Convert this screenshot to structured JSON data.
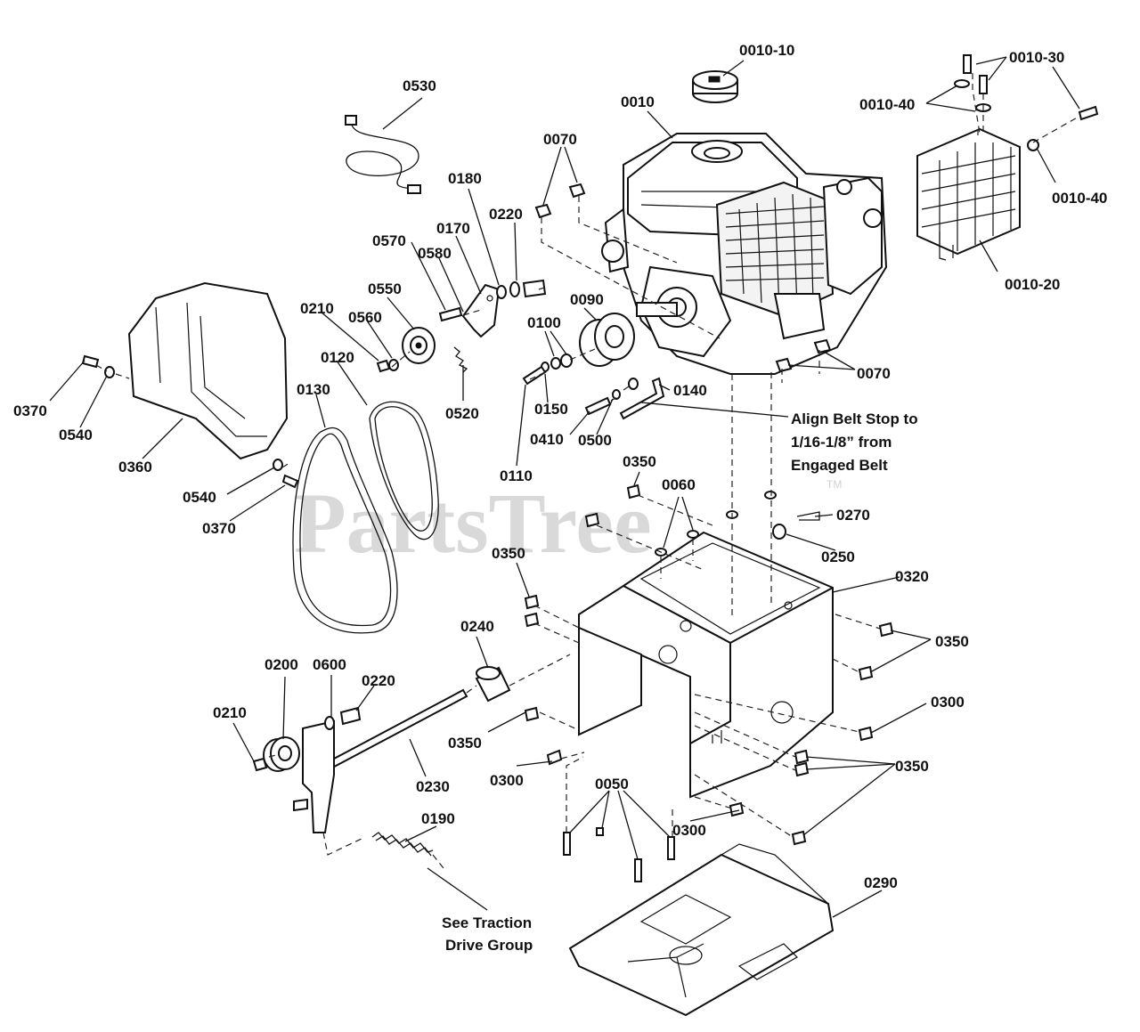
{
  "watermark": "PartsTree",
  "watermark_tm": "TM",
  "labels": {
    "p0010_10": "0010-10",
    "p0010_30": "0010-30",
    "p0010_40a": "0010-40",
    "p0010_40b": "0010-40",
    "p0010_20": "0010-20",
    "p0010": "0010",
    "p0530": "0530",
    "p0070a": "0070",
    "p0070b": "0070",
    "p0180": "0180",
    "p0220a": "0220",
    "p0170": "0170",
    "p0570": "0570",
    "p0580": "0580",
    "p0550": "0550",
    "p0090": "0090",
    "p0210a": "0210",
    "p0560": "0560",
    "p0100": "0100",
    "p0120": "0120",
    "p0130": "0130",
    "p0520": "0520",
    "p0140": "0140",
    "p0150": "0150",
    "p0410": "0410",
    "p0500": "0500",
    "p0370a": "0370",
    "p0540a": "0540",
    "p0360": "0360",
    "p0110": "0110",
    "p0540b": "0540",
    "p0370b": "0370",
    "p0350a": "0350",
    "p0060": "0060",
    "p0270": "0270",
    "p0250": "0250",
    "p0350b": "0350",
    "p0320": "0320",
    "p0240": "0240",
    "p0350c": "0350",
    "p0200": "0200",
    "p0600": "0600",
    "p0220b": "0220",
    "p0210b": "0210",
    "p0350d": "0350",
    "p0300a": "0300",
    "p0300b": "0300",
    "p0230": "0230",
    "p0350e": "0350",
    "p0050": "0050",
    "p0190": "0190",
    "p0300c": "0300",
    "p0290": "0290"
  },
  "notes": {
    "align_line1": "Align Belt Stop to",
    "align_line2": "1/16-1/8” from",
    "align_line3": "Engaged Belt",
    "traction_line1": "See Traction",
    "traction_line2": "Drive Group"
  }
}
